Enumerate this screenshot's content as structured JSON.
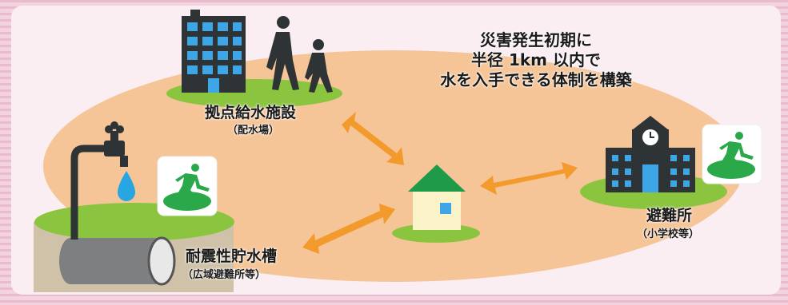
{
  "headline": {
    "line1": "災害発生初期に",
    "line2": "半径 1km 以内で",
    "line3": "水を入手できる体制を構築"
  },
  "nodes": {
    "base": {
      "name": "拠点給水施設",
      "sub": "（配水場）"
    },
    "tank": {
      "name": "耐震性貯水槽",
      "sub": "（広域避難所等）"
    },
    "shelter": {
      "name": "避難所",
      "sub": "（小学校等）"
    }
  },
  "colors": {
    "background_stripe": "#efc9d7",
    "panel": "#fbeef3",
    "oval": "#f6c597",
    "grass": "#8bc53f",
    "arrow": "#f39a2c",
    "building": "#2e3336",
    "window": "#3ea6e6",
    "exit_sign": "#2aa84a",
    "water_drop": "#27a6e1",
    "house_roof": "#1f9a48",
    "house_wall": "#fbf3c8"
  },
  "icons": [
    "apartment-building-icon",
    "people-walking-icon",
    "faucet-icon",
    "water-drop-icon",
    "emergency-exit-icon",
    "water-tank-icon",
    "house-icon",
    "school-icon",
    "double-arrow-icon"
  ]
}
